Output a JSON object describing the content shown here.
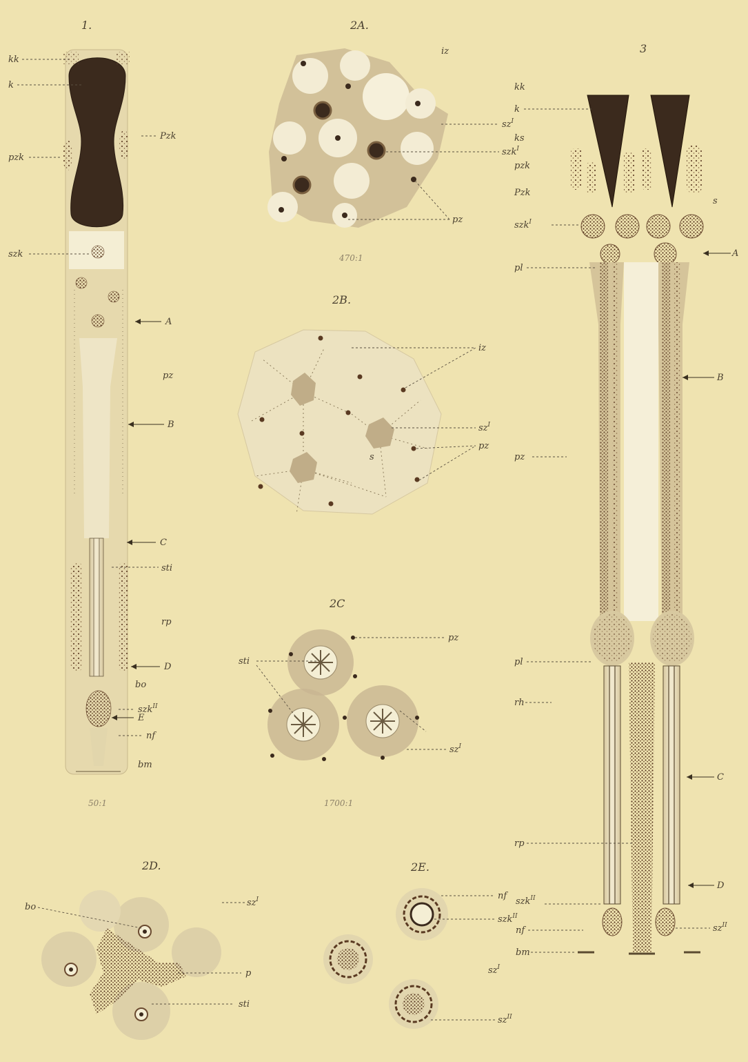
{
  "figures": {
    "fig1": {
      "title": "1.",
      "scale": "50:1",
      "labels": {
        "kk": "kk",
        "k": "k",
        "Pzk": "Pzk",
        "pzk": "pzk",
        "szk": "szk",
        "A": "A",
        "pz": "pz",
        "B": "B",
        "C": "C",
        "sti": "sti",
        "rp": "rp",
        "D": "D",
        "bo": "bo",
        "szkII": "szk",
        "szkII_sup": "II",
        "E": "E",
        "nf": "nf",
        "bm": "bm"
      }
    },
    "fig2A": {
      "title": "2A.",
      "scale": "470:1",
      "labels": {
        "iz": "iz",
        "szI": "sz",
        "szI_sup": "I",
        "szkI": "szk",
        "szkI_sup": "I",
        "pz": "pz"
      }
    },
    "fig2B": {
      "title": "2B.",
      "labels": {
        "iz": "iz",
        "szI": "sz",
        "szI_sup": "I",
        "pz": "pz",
        "s": "s"
      }
    },
    "fig2C": {
      "title": "2C",
      "scale": "1700:1",
      "labels": {
        "pz": "pz",
        "sti": "sti",
        "szI": "sz",
        "szI_sup": "I"
      }
    },
    "fig2D": {
      "title": "2D.",
      "labels": {
        "bo": "bo",
        "szI": "sz",
        "szI_sup": "I",
        "p": "p",
        "sti": "sti"
      }
    },
    "fig2E": {
      "title": "2E.",
      "labels": {
        "nf": "nf",
        "szkII": "szk",
        "szkII_sup": "II",
        "szI": "sz",
        "szI_sup": "I",
        "szII": "sz",
        "szII_sup": "II"
      }
    },
    "fig3": {
      "title": "3",
      "labels": {
        "kk": "kk",
        "k": "k",
        "ks": "ks",
        "pzk": "pzk",
        "Pzk": "Pzk",
        "s": "s",
        "szkI": "szk",
        "szkI_sup": "I",
        "A": "A",
        "pl_top": "pl",
        "B": "B",
        "pz": "pz",
        "pl_bottom": "pl",
        "rh": "rh",
        "C": "C",
        "rp": "rp",
        "D": "D",
        "szkII": "szk",
        "szkII_sup": "II",
        "szII": "sz",
        "szII_sup": "II",
        "nf": "nf",
        "bm": "bm"
      }
    }
  },
  "colors": {
    "background": "#efe3b0",
    "pigment": "#3b2a1d",
    "cell_pale": "#e9dfc0",
    "cell_tint": "#c8b592",
    "label": "#4a4030"
  }
}
